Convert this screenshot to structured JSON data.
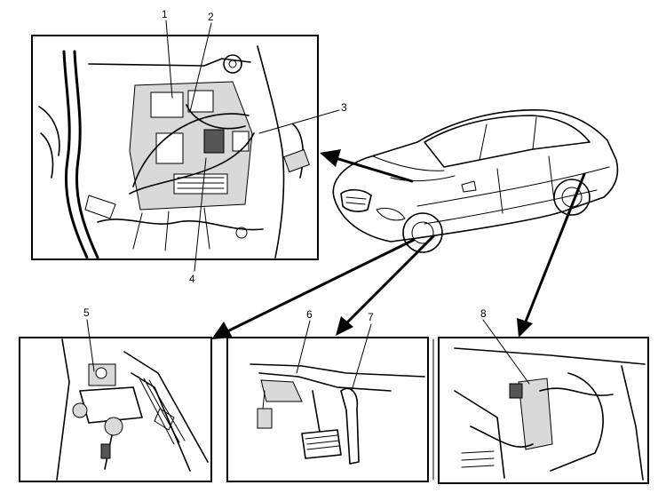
{
  "callouts": [
    {
      "id": 1,
      "label": "1"
    },
    {
      "id": 2,
      "label": "2"
    },
    {
      "id": 3,
      "label": "3"
    },
    {
      "id": 4,
      "label": "4"
    },
    {
      "id": 5,
      "label": "5"
    },
    {
      "id": 6,
      "label": "6"
    },
    {
      "id": 7,
      "label": "7"
    },
    {
      "id": 8,
      "label": "8"
    }
  ],
  "panels": [
    {
      "id": "engine-compartment",
      "callouts": [
        1,
        2,
        3,
        4
      ]
    },
    {
      "id": "driver-footwell-left",
      "callouts": [
        5
      ]
    },
    {
      "id": "pedal-area",
      "callouts": [
        6,
        7
      ]
    },
    {
      "id": "trunk-area",
      "callouts": [
        8
      ]
    }
  ],
  "colors": {
    "line": "#000000",
    "background": "#ffffff",
    "shade": "#d9d9d9"
  }
}
